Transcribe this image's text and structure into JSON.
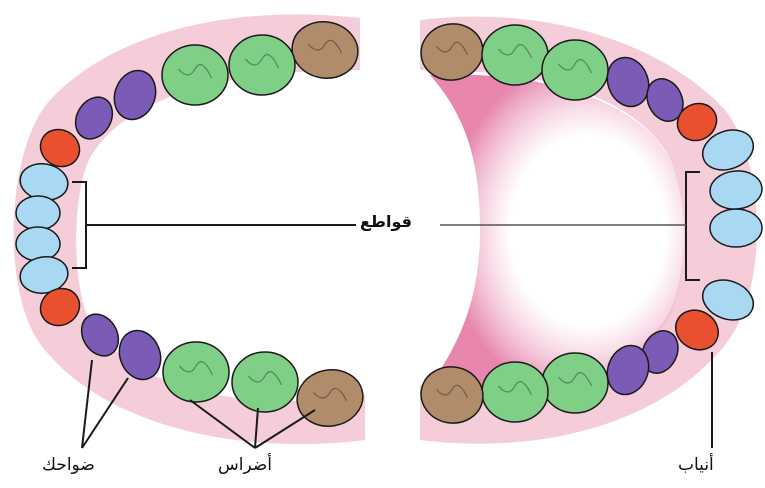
{
  "labels": {
    "incisors": "قواطع",
    "premolars": "ضواحك",
    "molars": "أضراس",
    "canines": "أنياب"
  },
  "colors": {
    "incisor": "#a9d9f2",
    "canine": "#e8502f",
    "premolar": "#7b5bb5",
    "molar": "#7fcf86",
    "wisdom": "#b08c6a",
    "gum": "#f2c4d2",
    "palate": "#e98ab0",
    "outline": "#1a1a1a"
  }
}
